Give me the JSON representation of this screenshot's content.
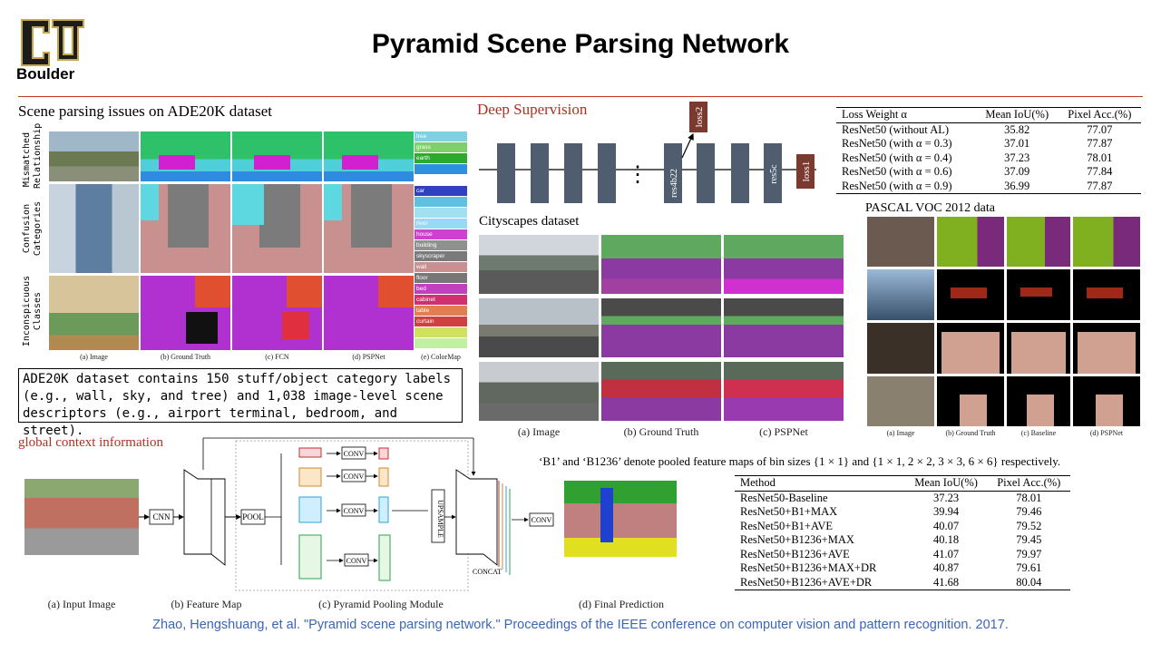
{
  "logo_text": "Boulder",
  "title": "Pyramid Scene Parsing Network",
  "ade": {
    "heading": "Scene parsing issues on ADE20K dataset",
    "row_labels": [
      "Mismatched Relationship",
      "Confusion Categories",
      "Inconspicuous Classes"
    ],
    "col_captions": [
      "(a) Image",
      "(b) Ground Truth",
      "(c) FCN",
      "(d) PSPNet",
      "(e) ColorMap"
    ],
    "colormap": [
      "tree",
      "grass",
      "earth",
      "",
      "car",
      "",
      "",
      "river",
      "house",
      "building",
      "skyscraper",
      "wall",
      "floor",
      "bed",
      "cabinet",
      "table",
      "curtain",
      "",
      ""
    ],
    "description": "ADE20K dataset contains 150 stuff/object category labels (e.g., wall, sky, and tree) and 1,038 image-level scene descriptors (e.g., airport terminal, bedroom, and street)."
  },
  "deep_supervision": {
    "heading": "Deep Supervision",
    "labels": [
      "loss2",
      "res4b22",
      "res5c",
      "loss1"
    ],
    "dots": "⋮"
  },
  "loss_table": {
    "headers": [
      "Loss Weight α",
      "Mean IoU(%)",
      "Pixel Acc.(%)"
    ],
    "rows": [
      [
        "ResNet50 (without AL)",
        "35.82",
        "77.07"
      ],
      [
        "ResNet50 (with α = 0.3)",
        "37.01",
        "77.87"
      ],
      [
        "ResNet50 (with α = 0.4)",
        "37.23",
        "78.01"
      ],
      [
        "ResNet50 (with α = 0.6)",
        "37.09",
        "77.84"
      ],
      [
        "ResNet50 (with α = 0.9)",
        "36.99",
        "77.87"
      ]
    ]
  },
  "cityscapes": {
    "heading": "Cityscapes dataset",
    "captions": [
      "(a) Image",
      "(b) Ground Truth",
      "(c) PSPNet"
    ]
  },
  "pascal": {
    "heading": "PASCAL VOC 2012 data",
    "captions": [
      "(a) Image",
      "(b) Ground Truth",
      "(c) Baseline",
      "(d) PSPNet"
    ]
  },
  "global_context": {
    "heading": "global context information",
    "labels": {
      "cnn": "CNN",
      "pool": "POOL",
      "conv": "CONV",
      "upsample": "UPSAMPLE",
      "concat": "CONCAT"
    },
    "captions": [
      "(a) Input Image",
      "(b) Feature Map",
      "(c) Pyramid Pooling Module",
      "(d) Final Prediction"
    ]
  },
  "pooling_note": "‘B1’ and ‘B1236’ denote pooled feature maps of bin sizes {1 × 1} and {1 × 1, 2 × 2, 3 × 3, 6 × 6} respectively.",
  "method_table": {
    "headers": [
      "Method",
      "Mean IoU(%)",
      "Pixel Acc.(%)"
    ],
    "rows": [
      [
        "ResNet50-Baseline",
        "37.23",
        "78.01"
      ],
      [
        "ResNet50+B1+MAX",
        "39.94",
        "79.46"
      ],
      [
        "ResNet50+B1+AVE",
        "40.07",
        "79.52"
      ],
      [
        "ResNet50+B1236+MAX",
        "40.18",
        "79.45"
      ],
      [
        "ResNet50+B1236+AVE",
        "41.07",
        "79.97"
      ],
      [
        "ResNet50+B1236+MAX+DR",
        "40.87",
        "79.61"
      ],
      [
        "ResNet50+B1236+AVE+DR",
        "41.68",
        "80.04"
      ]
    ]
  },
  "citation": "Zhao, Hengshuang, et al. \"Pyramid scene parsing network.\" Proceedings of the IEEE conference on computer vision and pattern recognition. 2017.",
  "colors": {
    "accent_red": "#b03020",
    "rule": "#c0392b",
    "citation_blue": "#3a66b8",
    "block": "#4f5d6e",
    "loss_box": "#7a3a30"
  }
}
